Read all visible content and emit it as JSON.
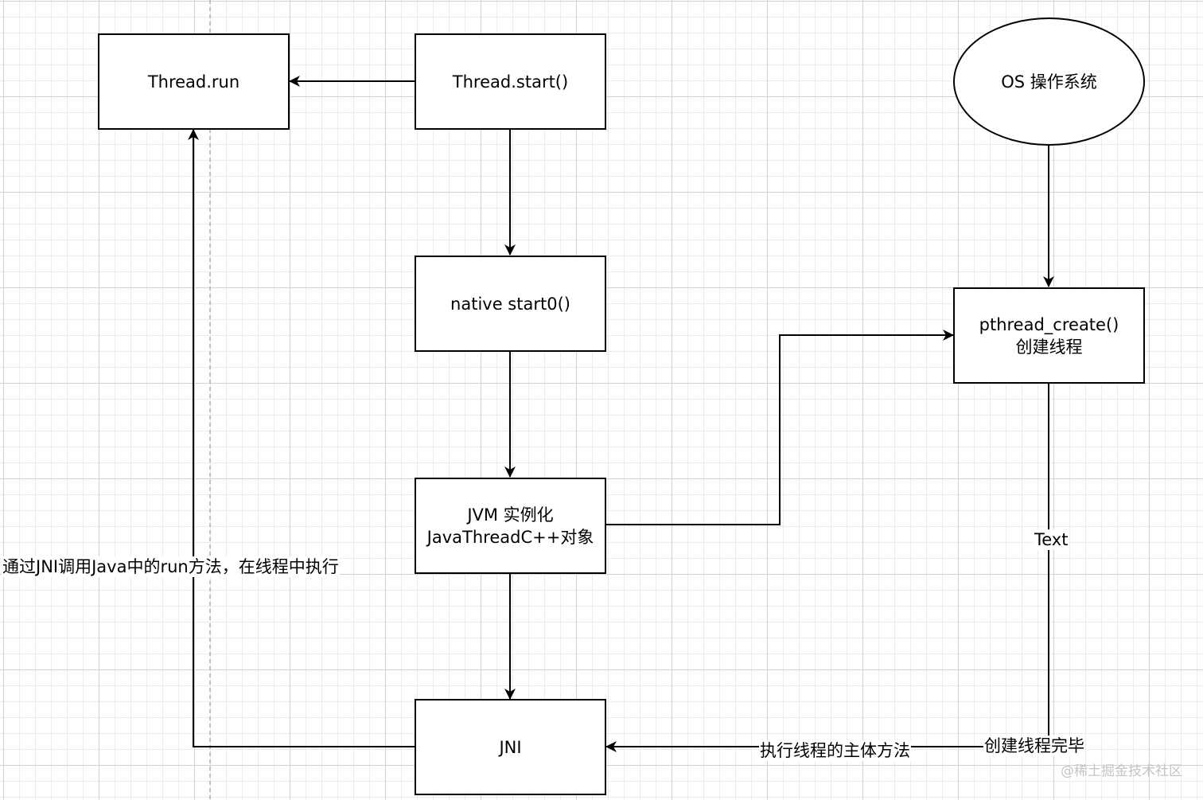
{
  "nodes": {
    "thread_run": "Thread.run",
    "thread_start": "Thread.start()",
    "native_start0": "native start0()",
    "jvm_line1": "JVM 实例化",
    "jvm_line2": "JavaThreadC++对象",
    "jni": "JNI",
    "os": "OS 操作系统",
    "pthread_line1": "pthread_create()",
    "pthread_line2": "创建线程"
  },
  "edge_labels": {
    "jni_to_run": "通过JNI调用Java中的run方法，在线程中执行",
    "text": "Text",
    "created": "创建线程完毕",
    "exec_body": "执行线程的主体方法"
  },
  "watermark": "@稀土掘金技术社区",
  "colors": {
    "stroke": "#000000",
    "grid_major": "#d2d2d2",
    "grid_minor": "#ececec",
    "guide": "#b0b0b0"
  }
}
